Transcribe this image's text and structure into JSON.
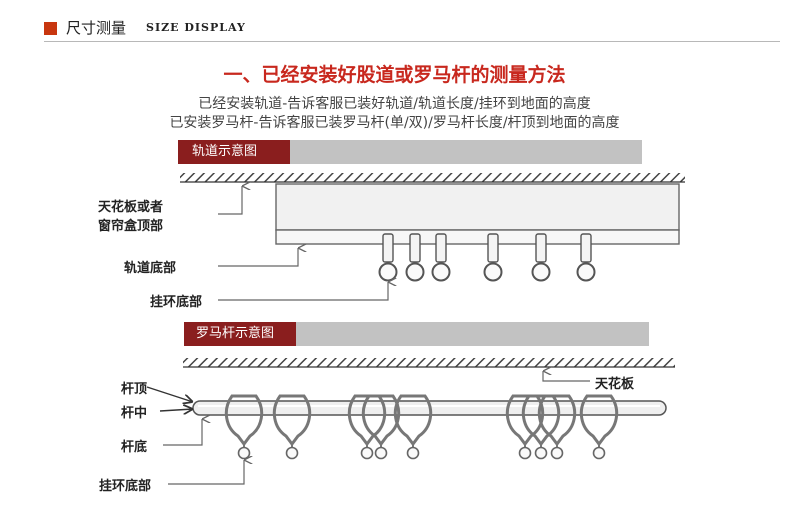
{
  "header": {
    "title_cn": "尺寸测量",
    "title_en": "SIZE DISPLAY",
    "accent_color": "#c8360f"
  },
  "heading": "一、已经安装好股道或罗马杆的测量方法",
  "description": {
    "line1": "已经安装轨道-告诉客服已装好轨道/轨道长度/挂环到地面的高度",
    "line2": "已安装罗马杆-告诉客服已装罗马杆(单/双)/罗马杆长度/杆顶到地面的高度"
  },
  "track_section": {
    "label": "轨道示意图",
    "callouts": {
      "ceiling_line1": "天花板或者",
      "ceiling_line2": "窗帘盒顶部",
      "track_bottom": "轨道底部",
      "ring_bottom": "挂环底部"
    }
  },
  "rod_section": {
    "label": "罗马杆示意图",
    "callouts": {
      "rod_top": "杆顶",
      "rod_middle": "杆中",
      "rod_bottom": "杆底",
      "ring_bottom": "挂环底部",
      "ceiling": "天花板"
    }
  },
  "colors": {
    "heading": "#c8281e",
    "label_bg": "#8a1e1e",
    "bar_bg": "#c2c2c2"
  }
}
